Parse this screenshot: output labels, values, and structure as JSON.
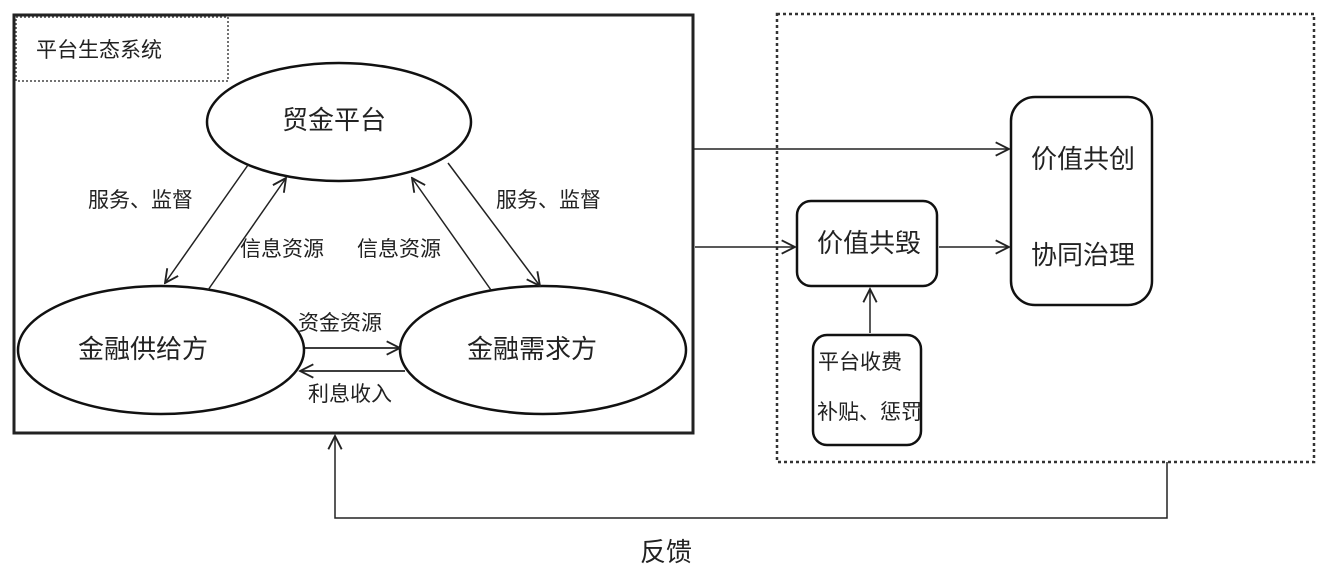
{
  "diagram": {
    "ecosystem_box": {
      "title": "平台生态系统"
    },
    "nodes": {
      "platform": {
        "label": "贸金平台",
        "shape": "ellipse"
      },
      "supplier": {
        "label": "金融供给方",
        "shape": "ellipse"
      },
      "demander": {
        "label": "金融需求方",
        "shape": "ellipse"
      },
      "co_destruction": {
        "label": "价值共毁",
        "shape": "rounded-rect"
      },
      "co_creation": {
        "label_line1": "价值共创",
        "label_line2": "协同治理",
        "shape": "rounded-rect"
      },
      "mechanisms": {
        "label_line1": "平台收费",
        "label_line2": "补贴、惩罚",
        "shape": "rounded-rect"
      }
    },
    "edges": [
      {
        "from": "platform",
        "to": "supplier",
        "label": "服务、监督"
      },
      {
        "from": "supplier",
        "to": "platform",
        "label": "信息资源"
      },
      {
        "from": "demander",
        "to": "platform",
        "label": "信息资源"
      },
      {
        "from": "platform",
        "to": "demander",
        "label": "服务、监督"
      },
      {
        "from": "supplier",
        "to": "demander",
        "label": "资金资源"
      },
      {
        "from": "demander",
        "to": "supplier",
        "label": "利息收入"
      },
      {
        "from": "ecosystem_box",
        "to": "co_creation",
        "label": ""
      },
      {
        "from": "ecosystem_box",
        "to": "co_destruction",
        "label": ""
      },
      {
        "from": "co_destruction",
        "to": "co_creation",
        "label": ""
      },
      {
        "from": "mechanisms",
        "to": "co_destruction",
        "label": ""
      },
      {
        "from": "value_box",
        "to": "ecosystem_box",
        "label": "反馈"
      }
    ],
    "labels": {
      "edge_platform_supplier": "服务、监督",
      "edge_supplier_platform": "信息资源",
      "edge_demander_platform": "信息资源",
      "edge_platform_demander": "服务、监督",
      "edge_funds": "资金资源",
      "edge_interest": "利息收入",
      "feedback": "反馈"
    }
  }
}
